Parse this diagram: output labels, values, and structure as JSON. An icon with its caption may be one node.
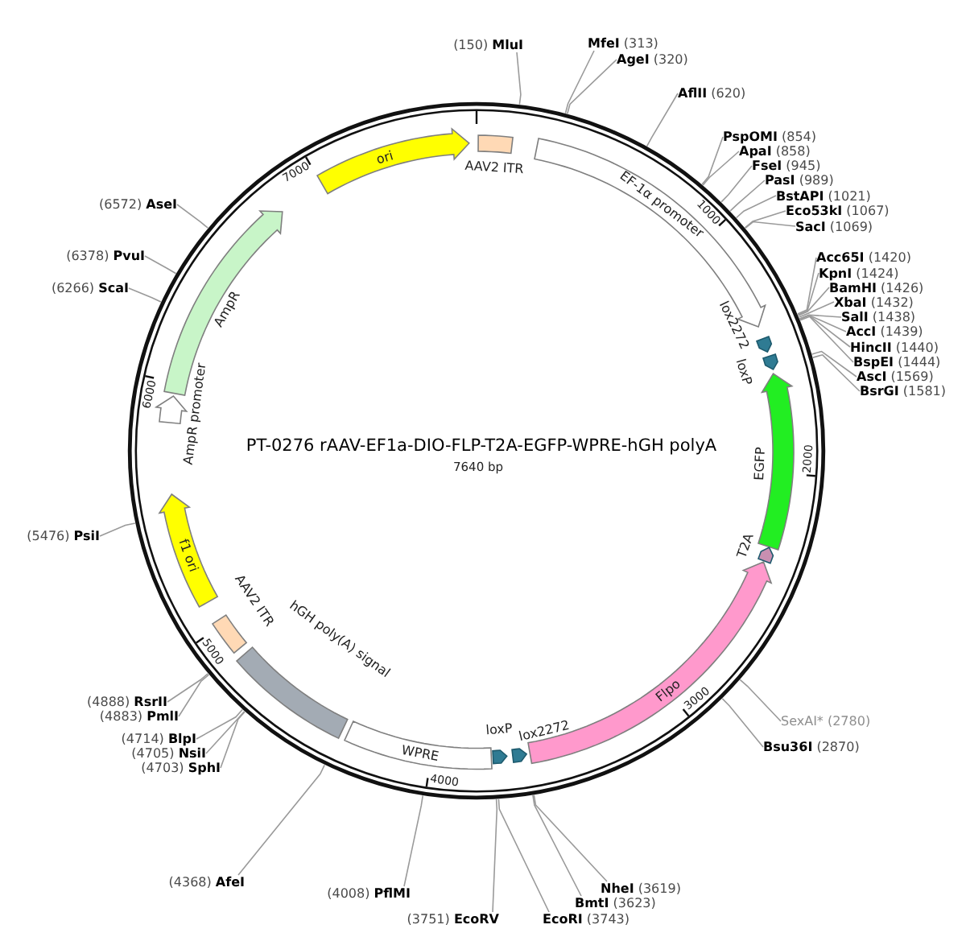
{
  "diagram": {
    "title": "PT-0276 rAAV-EF1a-DIO-FLP-T2A-EGFP-WPRE-hGH polyA",
    "nodes": [
      {
        "text": [],
        "shape": "circle"
      },
      {
        "text": [
          "AAV2 ITR"
        ],
        "in": 0
      },
      {
        "text": [
          "EF-1α promoter"
        ],
        "in": 0
      },
      {
        "text": [
          "lox2272"
        ],
        "in": 0
      },
      {
        "text": [
          "loxP"
        ],
        "in": 0
      },
      {
        "text": [
          "EGFP"
        ],
        "in": 0
      },
      {
        "text": [
          "T2A"
        ],
        "in": 0
      },
      {
        "text": [
          "Flpo"
        ],
        "in": 0
      },
      {
        "text": [
          "lox2272"
        ],
        "in": 0
      },
      {
        "text": [
          "loxP"
        ],
        "in": 0
      },
      {
        "text": [
          "WPRE"
        ],
        "in": 0
      },
      {
        "text": [
          "hGH poly(A) signal"
        ],
        "in": 0
      },
      {
        "text": [
          "AAV2 ITR"
        ],
        "in": 0
      },
      {
        "text": [
          "f1 ori"
        ],
        "in": 0
      },
      {
        "text": [
          "AmpR promoter"
        ],
        "in": 0
      },
      {
        "text": [
          "AmpR"
        ],
        "in": 0
      },
      {
        "text": [
          "ori"
        ],
        "in": 0
      },
      {
        "text": [
          "(150) **MluI**"
        ]
      },
      {
        "text": [
          "**MfeI** (313)"
        ]
      },
      {
        "text": [
          "**AgeI** (320)"
        ]
      },
      {
        "text": [
          "**AflII** (620)"
        ]
      },
      {
        "text": [
          "**PspOMI** (854)"
        ]
      },
      {
        "text": [
          "**ApaI** (858)"
        ]
      },
      {
        "text": [
          "**FseI** (945)"
        ]
      },
      {
        "text": [
          "**PasI** (989)"
        ]
      },
      {
        "text": [
          "**BstAPI** (1021)"
        ]
      },
      {
        "text": [
          "**Eco53kI** (1067)"
        ]
      },
      {
        "text": [
          "**SacI** (1069)"
        ]
      },
      {
        "text": [
          "**Acc65I** (1420)"
        ]
      },
      {
        "text": [
          "**KpnI** (1424)"
        ]
      },
      {
        "text": [
          "**BamHI** (1426)"
        ]
      },
      {
        "text": [
          "**XbaI** (1432)"
        ]
      },
      {
        "text": [
          "**SalI** (1438)"
        ]
      },
      {
        "text": [
          "**AccI** (1439)"
        ]
      },
      {
        "text": [
          "**HincII** (1440)"
        ]
      },
      {
        "text": [
          "**BspEI** (1444)"
        ]
      },
      {
        "text": [
          "**AscI** (1569)"
        ]
      },
      {
        "text": [
          "**BsrGI** (1581)"
        ]
      },
      {
        "text": [
          "SexAI* (2780)"
        ]
      },
      {
        "text": [
          "**Bsu36I** (2870)"
        ]
      },
      {
        "text": [
          "**NheI** (3619)"
        ]
      },
      {
        "text": [
          "**BmtI** (3623)"
        ]
      },
      {
        "text": [
          "**EcoRI** (3743)"
        ]
      },
      {
        "text": [
          "(3751) **EcoRV**"
        ]
      },
      {
        "text": [
          "(4008) **PflMI**"
        ]
      },
      {
        "text": [
          "(4368) **AfeI**"
        ]
      },
      {
        "text": [
          "(4703) **SphI**"
        ]
      },
      {
        "text": [
          "(4705) **NsiI**"
        ]
      },
      {
        "text": [
          "(4714) **BlpI**"
        ]
      },
      {
        "text": [
          "(4883) **PmlI**"
        ]
      },
      {
        "text": [
          "(4888) **RsrII**"
        ]
      },
      {
        "text": [
          "(5476) **PsiI**"
        ]
      },
      {
        "text": [
          "(6266) **ScaI**"
        ]
      },
      {
        "text": [
          "(6378) **PvuI**"
        ]
      },
      {
        "text": [
          "(6572) **AseI**"
        ]
      }
    ],
    "edges": [
      {
        "from": 17,
        "to": 0,
        "arrow": "none"
      },
      {
        "from": 18,
        "to": 0,
        "arrow": "none"
      },
      {
        "from": 19,
        "to": 0,
        "arrow": "none"
      },
      {
        "from": 20,
        "to": 0,
        "arrow": "none"
      },
      {
        "from": 21,
        "to": 0,
        "arrow": "none"
      },
      {
        "from": 22,
        "to": 0,
        "arrow": "none"
      },
      {
        "from": 23,
        "to": 0,
        "arrow": "none"
      },
      {
        "from": 24,
        "to": 0,
        "arrow": "none"
      },
      {
        "from": 25,
        "to": 0,
        "arrow": "none"
      },
      {
        "from": 26,
        "to": 0,
        "arrow": "none"
      },
      {
        "from": 27,
        "to": 0,
        "arrow": "none"
      },
      {
        "from": 28,
        "to": 0,
        "arrow": "none"
      },
      {
        "from": 29,
        "to": 0,
        "arrow": "none"
      },
      {
        "from": 30,
        "to": 0,
        "arrow": "none"
      },
      {
        "from": 31,
        "to": 0,
        "arrow": "none"
      },
      {
        "from": 32,
        "to": 0,
        "arrow": "none"
      },
      {
        "from": 33,
        "to": 0,
        "arrow": "none"
      },
      {
        "from": 34,
        "to": 0,
        "arrow": "none"
      },
      {
        "from": 35,
        "to": 0,
        "arrow": "none"
      },
      {
        "from": 36,
        "to": 0,
        "arrow": "none"
      },
      {
        "from": 37,
        "to": 0,
        "arrow": "none"
      },
      {
        "from": 38,
        "to": 0,
        "arrow": "none"
      },
      {
        "from": 39,
        "to": 0,
        "arrow": "none"
      },
      {
        "from": 40,
        "to": 0,
        "arrow": "none"
      },
      {
        "from": 41,
        "to": 0,
        "arrow": "none"
      },
      {
        "from": 42,
        "to": 0,
        "arrow": "none"
      },
      {
        "from": 43,
        "to": 0,
        "arrow": "none"
      },
      {
        "from": 44,
        "to": 0,
        "arrow": "none"
      },
      {
        "from": 45,
        "to": 0,
        "arrow": "none"
      },
      {
        "from": 46,
        "to": 0,
        "arrow": "none"
      },
      {
        "from": 47,
        "to": 0,
        "arrow": "none"
      },
      {
        "from": 48,
        "to": 0,
        "arrow": "none"
      },
      {
        "from": 49,
        "to": 0,
        "arrow": "none"
      },
      {
        "from": 50,
        "to": 0,
        "arrow": "none"
      },
      {
        "from": 51,
        "to": 0,
        "arrow": "none"
      },
      {
        "from": 52,
        "to": 0,
        "arrow": "none"
      },
      {
        "from": 53,
        "to": 0,
        "arrow": "none"
      },
      {
        "from": 54,
        "to": 0,
        "arrow": "none"
      }
    ],
    "labels": [
      "7640 bp",
      "1000",
      "2000",
      "3000",
      "4000",
      "5000",
      "6000",
      "7000"
    ]
  }
}
